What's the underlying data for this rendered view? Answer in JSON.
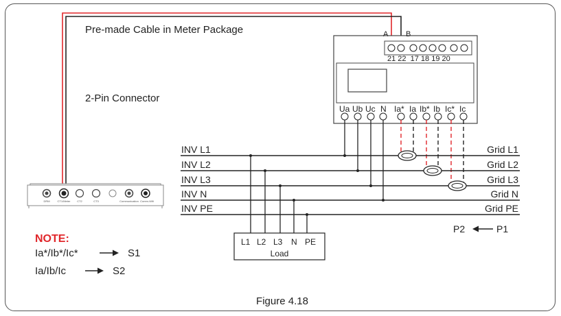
{
  "labels": {
    "cable": "Pre-made Cable in Meter Package",
    "connector": "2-Pin Connector",
    "figure": "Figure 4.18"
  },
  "meter": {
    "terminal_a": "A",
    "terminal_b": "B",
    "terminal_numbers": "21 22  17 18 19 20",
    "bottom_terminals": [
      "Ua",
      "Ub",
      "Uc",
      "N",
      "Ia*",
      "Ia",
      "Ib*",
      "Ib",
      "Ic*",
      "Ic"
    ]
  },
  "lines": {
    "inv": [
      "INV L1",
      "INV L2",
      "INV L3",
      "INV N",
      "INV PE"
    ],
    "grid": [
      "Grid L1",
      "Grid L2",
      "Grid L3",
      "Grid N",
      "Grid PE"
    ]
  },
  "load": {
    "terminals": [
      "L1",
      "L2",
      "L3",
      "N",
      "PE"
    ],
    "label": "Load"
  },
  "direction": {
    "p2": "P2",
    "p1": "P1"
  },
  "note": {
    "title": "NOTE:",
    "line1_left": "Ia*/Ib*/Ic*",
    "line1_right": "S1",
    "line2_left": "Ia/Ib/Ic",
    "line2_right": "S2"
  },
  "inverter": {
    "ports": [
      "DRM",
      "CT1/Meter",
      "CT2",
      "CT3",
      "Communication",
      "Comm-Wifi"
    ]
  },
  "colors": {
    "red": "#e0262a",
    "line": "#222222"
  }
}
